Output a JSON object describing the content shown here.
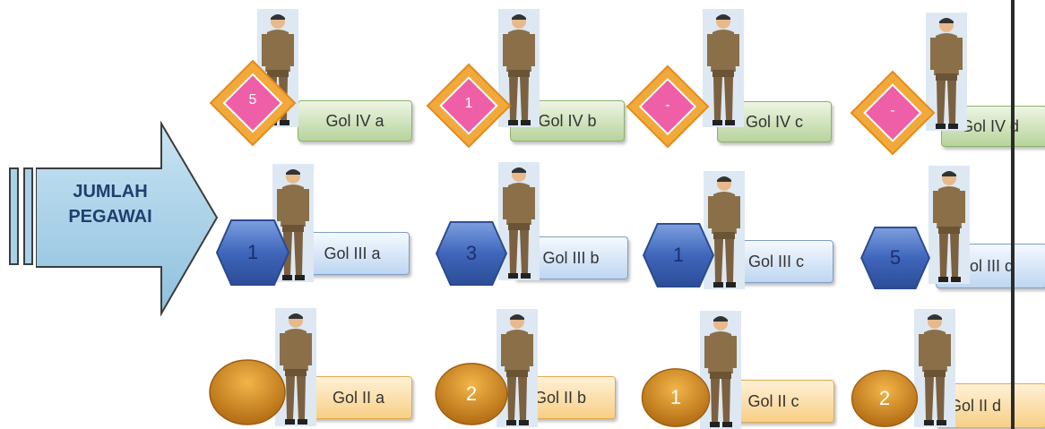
{
  "arrow": {
    "line1": "JUMLAH",
    "line2": "PEGAWAI"
  },
  "rows": [
    {
      "shape": "diamond",
      "items": [
        {
          "value": "5",
          "label": "Gol IV a"
        },
        {
          "value": "1",
          "label": "Gol IV b"
        },
        {
          "value": "-",
          "label": "Gol IV c"
        },
        {
          "value": "-",
          "label": "Gol IV d"
        }
      ]
    },
    {
      "shape": "hexagon",
      "items": [
        {
          "value": "1",
          "label": "Gol III a"
        },
        {
          "value": "3",
          "label": "Gol III b"
        },
        {
          "value": "1",
          "label": "Gol III c"
        },
        {
          "value": "5",
          "label": "Gol III d"
        }
      ]
    },
    {
      "shape": "circle",
      "items": [
        {
          "value": "",
          "label": "Gol II a"
        },
        {
          "value": "2",
          "label": "Gol II b"
        },
        {
          "value": "1",
          "label": "Gol II c"
        },
        {
          "value": "2",
          "label": "Gol II d"
        }
      ]
    }
  ],
  "colors": {
    "diamond_outer": "#f2a93b",
    "diamond_inner": "#ee5fa8",
    "hexagon": "#4a73c6",
    "circle": "#d98f1f",
    "arrow": "#9fcbe6"
  },
  "icons": {
    "person": "person-icon"
  }
}
